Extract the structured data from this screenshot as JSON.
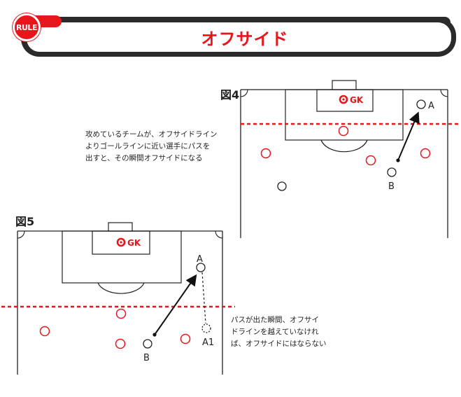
{
  "header": {
    "badge_label": "RULE",
    "title": "オフサイド"
  },
  "figure4": {
    "label": "図4",
    "gk_label": "GK",
    "player_a": "A",
    "player_b": "B",
    "description": "攻めているチームが、オフサイドライン\nよりゴールラインに近い選手にパスを\n出すと、その瞬間オフサイドになる"
  },
  "figure5": {
    "label": "図5",
    "gk_label": "GK",
    "player_a": "A",
    "player_b": "B",
    "player_a1": "A1",
    "description": "パスが出た瞬間、オフサイ\nドラインを越えていなけれ\nば、オフサイドにはならない"
  },
  "colors": {
    "accent_red": "#e8151b",
    "line_dark": "#2b2b2b"
  }
}
